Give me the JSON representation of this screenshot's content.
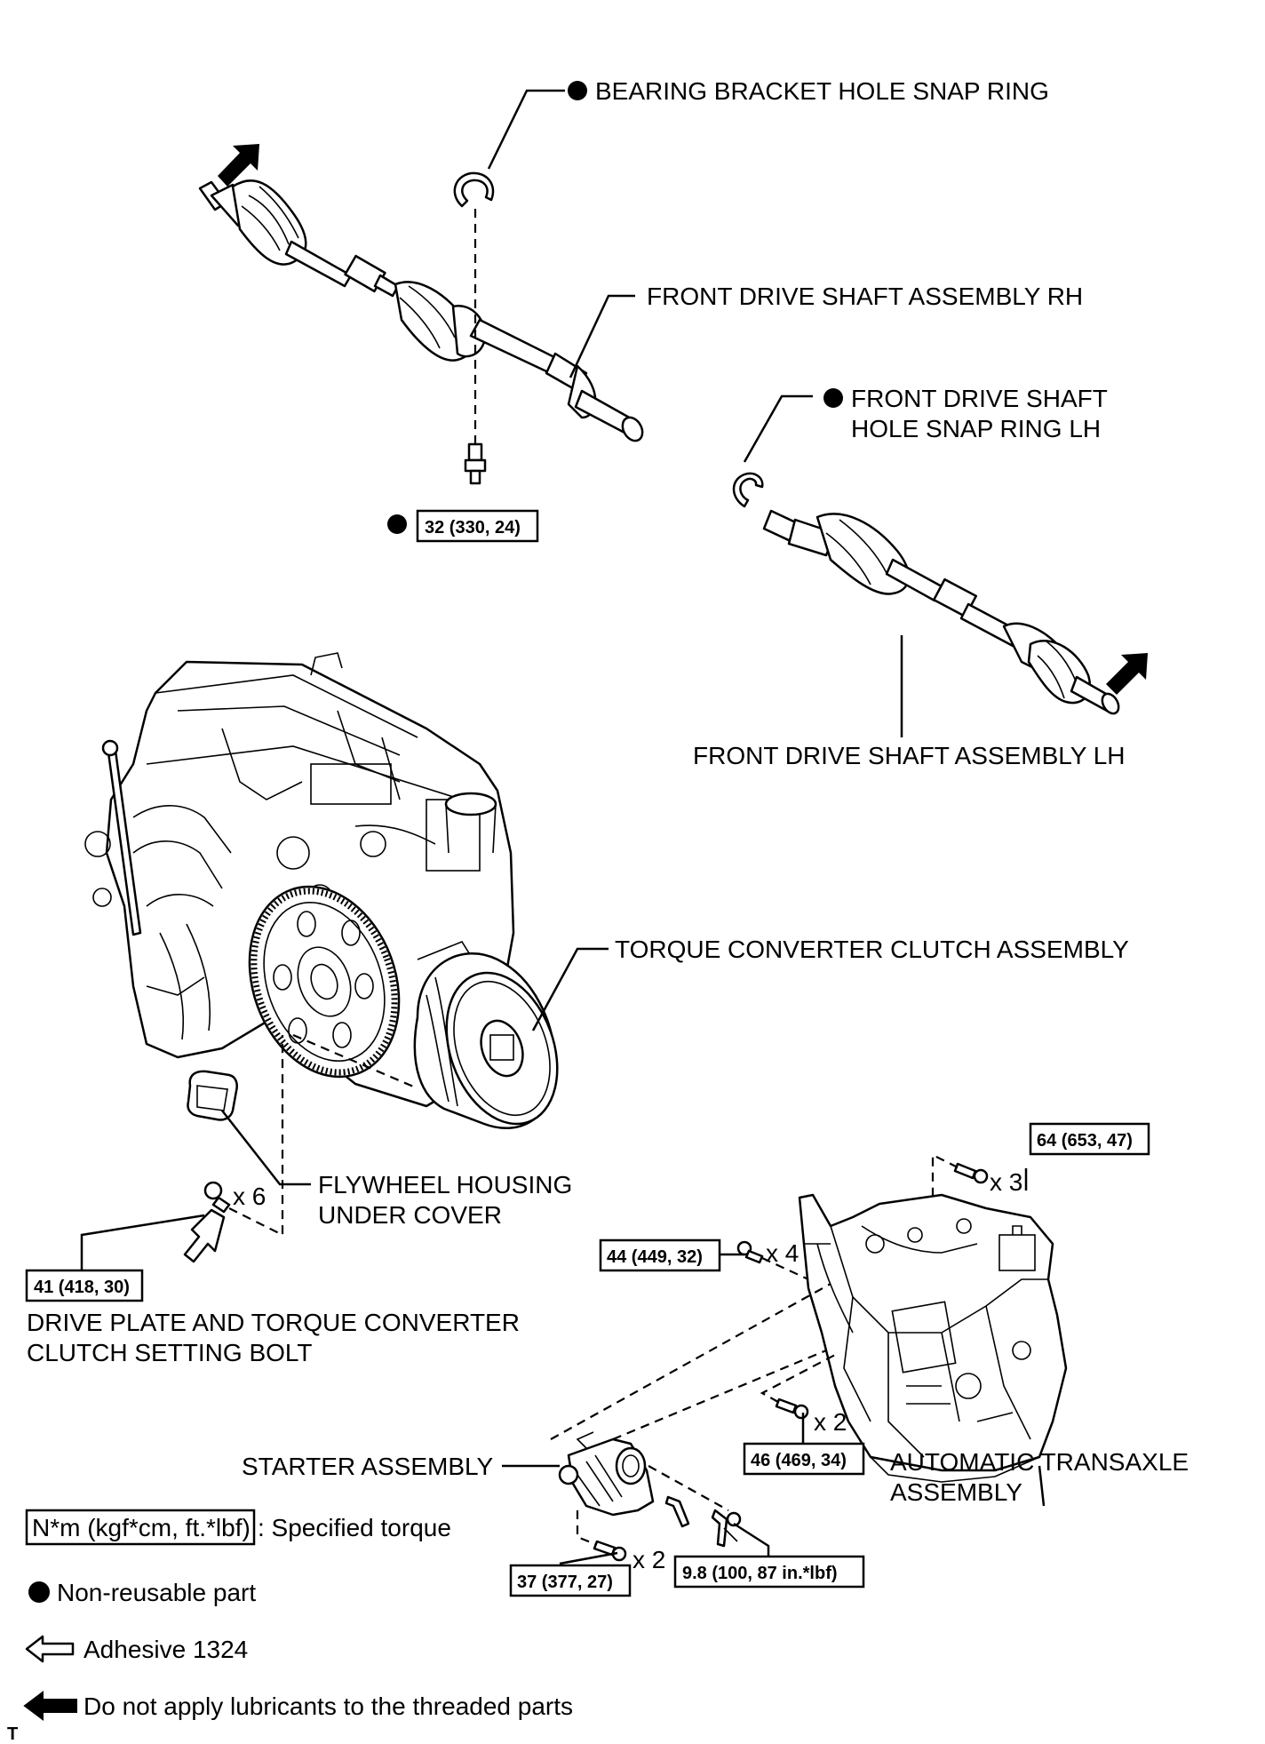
{
  "labels": {
    "bearing_snap_ring": "BEARING BRACKET HOLE SNAP RING",
    "shaft_rh": "FRONT DRIVE SHAFT ASSEMBLY RH",
    "snap_ring_lh_1": "FRONT DRIVE SHAFT",
    "snap_ring_lh_2": "HOLE SNAP RING LH",
    "shaft_lh": "FRONT DRIVE SHAFT ASSEMBLY LH",
    "torque_converter": "TORQUE CONVERTER CLUTCH ASSEMBLY",
    "flywheel_cover_1": "FLYWHEEL HOUSING",
    "flywheel_cover_2": "UNDER COVER",
    "setting_bolt_1": "DRIVE PLATE AND TORQUE CONVERTER",
    "setting_bolt_2": "CLUTCH SETTING BOLT",
    "starter": "STARTER ASSEMBLY",
    "transaxle_1": "AUTOMATIC TRANSAXLE",
    "transaxle_2": "ASSEMBLY",
    "corner_mark": "T"
  },
  "torques": {
    "bracket_bolt": "32 (330, 24)",
    "setting_bolt": "41 (418, 30)",
    "transaxle_top": "64 (653, 47)",
    "transaxle_side": "44 (449, 32)",
    "transaxle_bottom": "46 (469, 34)",
    "starter_bolt": "37 (377, 27)",
    "starter_terminal": "9.8 (100, 87 in.*lbf)"
  },
  "quantities": {
    "setting_bolt": "x 6",
    "transaxle_top": "x 3",
    "transaxle_side": "x 4",
    "transaxle_bottom": "x 2",
    "starter_bolt": "x 2"
  },
  "legend": {
    "torque_key": "N*m (kgf*cm, ft.*lbf)",
    "torque_desc": ": Specified torque",
    "non_reusable": "Non-reusable part",
    "adhesive": "Adhesive 1324",
    "no_lubricant": "Do not apply lubricants to the threaded parts"
  }
}
